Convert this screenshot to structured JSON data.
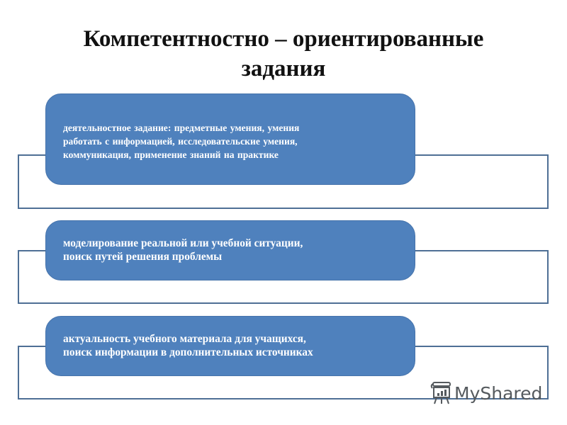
{
  "title": {
    "line1": "Компетентностно – ориентированные",
    "line2": "задания"
  },
  "blocks": [
    {
      "lines": [
        "деятельностное задание: предметные умения, умения",
        "работать с информацией, исследовательские  умения,",
        "коммуникация, применение  знаний на практике"
      ]
    },
    {
      "lines": [
        "моделирование реальной или учебной ситуации,",
        "поиск путей решения проблемы"
      ]
    },
    {
      "lines": [
        "актуальность учебного материала для учащихся,",
        "поиск информации в дополнительных источниках"
      ]
    }
  ],
  "colors": {
    "block_fill": "#4f81bd",
    "outline": "#4e6f95",
    "text_on_block": "#ffffff"
  },
  "watermark": {
    "icon": "presentation-board-icon",
    "text": "MyShared"
  }
}
